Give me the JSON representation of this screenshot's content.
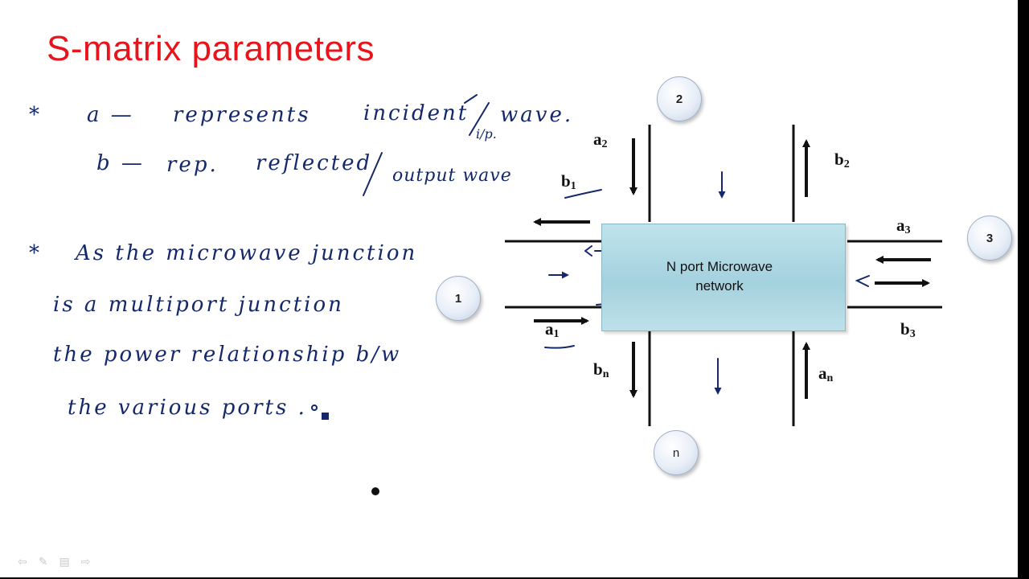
{
  "slide": {
    "title": "S-matrix parameters",
    "notes": {
      "line1_bullet": "*",
      "line1_a": "a —",
      "line1_rest": "represents",
      "line1_incident": "incident",
      "line1_wave": "wave.",
      "line1_ip": "i/p.",
      "line2_b": "b —",
      "line2_rep": "rep.",
      "line2_reflected": "reflected",
      "line2_output": "output wave",
      "para_bullet": "*",
      "para_l1": "As  the  microwave  junction",
      "para_l2": "is a  multiport  junction",
      "para_l3": "the  power  relationship  b/w",
      "para_l4": "the  various  ports  ."
    }
  },
  "diagram": {
    "box_label": "N port Microwave network",
    "ports": {
      "p1": "1",
      "p2": "2",
      "p3": "3",
      "pn": "n"
    },
    "waves": {
      "a1": "a",
      "a1_sub": "1",
      "b1": "b",
      "b1_sub": "1",
      "a2": "a",
      "a2_sub": "2",
      "b2": "b",
      "b2_sub": "2",
      "a3": "a",
      "a3_sub": "3",
      "b3": "b",
      "b3_sub": "3",
      "an": "a",
      "an_sub": "n",
      "bn": "b",
      "bn_sub": "n"
    }
  },
  "colors": {
    "title": "#e8141b",
    "ink": "#14286b",
    "box": "#a4d1de"
  },
  "nav": {
    "prev_icon": "arrow-left-icon",
    "pen_icon": "pen-icon",
    "menu_icon": "menu-icon",
    "next_icon": "arrow-right-icon"
  }
}
